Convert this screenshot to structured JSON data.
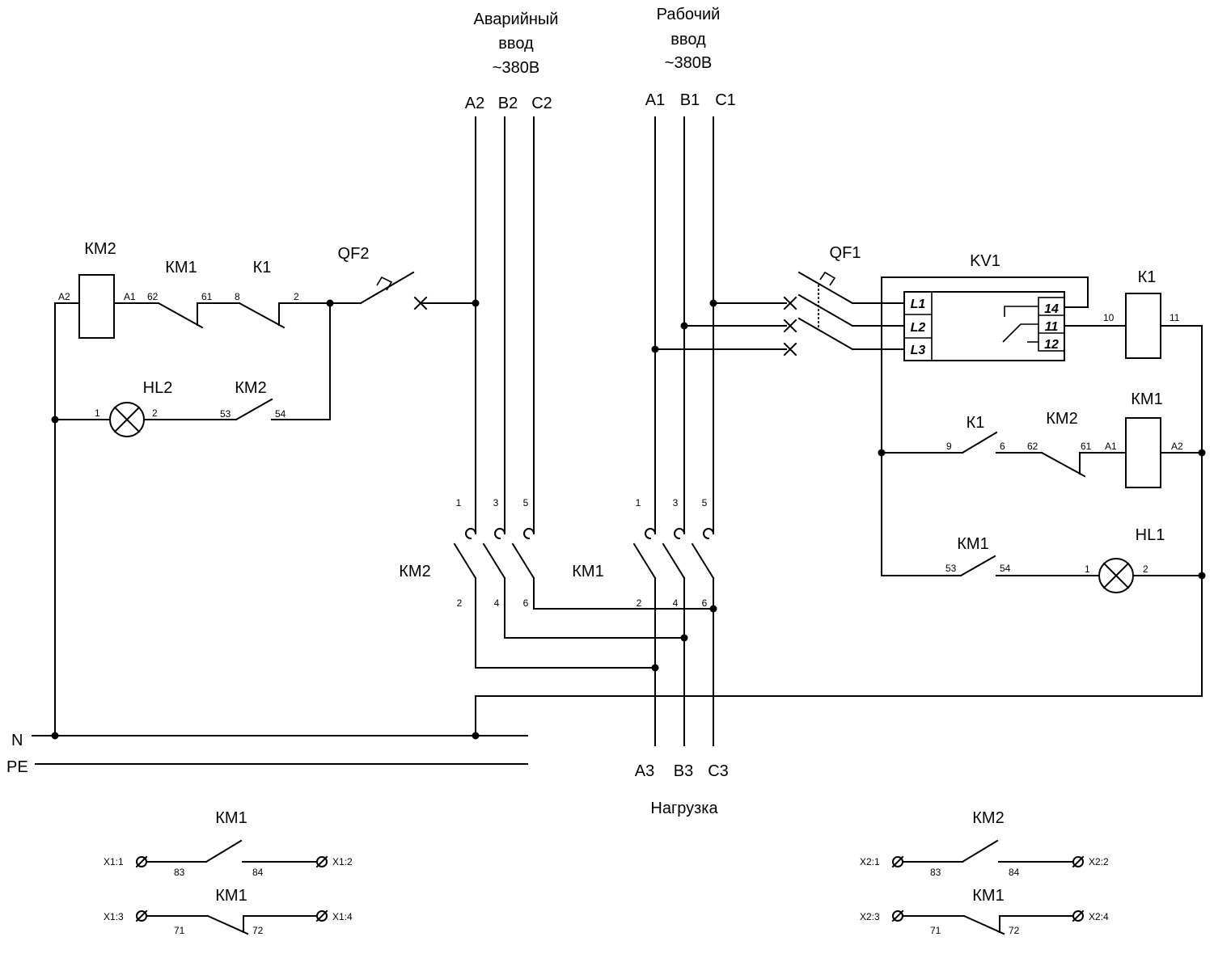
{
  "inputs": {
    "emergency": {
      "title_line1": "Аварийный",
      "title_line2": "ввод",
      "voltage": "~380В",
      "phases": [
        "A2",
        "B2",
        "C2"
      ]
    },
    "working": {
      "title_line1": "Рабочий",
      "title_line2": "ввод",
      "voltage": "~380В",
      "phases": [
        "A1",
        "B1",
        "C1"
      ]
    }
  },
  "load": {
    "title": "Нагрузка",
    "phases": [
      "A3",
      "B3",
      "C3"
    ]
  },
  "buses": {
    "neutral": "N",
    "protective_earth": "PE"
  },
  "left_circuit": {
    "km2_coil": {
      "label": "КМ2",
      "pin_a2": "A2",
      "pin_a1": "A1"
    },
    "km1_nc": {
      "label": "КМ1",
      "pin_in": "62",
      "pin_out": "61"
    },
    "k1_nc": {
      "label": "К1",
      "pin_in": "8",
      "pin_out": "2"
    },
    "qf2": {
      "label": "QF2"
    },
    "hl2": {
      "label": "HL2",
      "pin_in": "1",
      "pin_out": "2"
    },
    "km2_no": {
      "label": "КМ2",
      "pin_in": "53",
      "pin_out": "54"
    }
  },
  "contactors": {
    "km2_main": {
      "label": "КМ2",
      "top_pins": [
        "1",
        "3",
        "5"
      ],
      "bottom_pins": [
        "2",
        "4",
        "6"
      ]
    },
    "km1_main": {
      "label": "КМ1",
      "top_pins": [
        "1",
        "3",
        "5"
      ],
      "bottom_pins": [
        "2",
        "4",
        "6"
      ]
    }
  },
  "right_circuit": {
    "qf1": {
      "label": "QF1"
    },
    "kv1": {
      "label": "KV1",
      "inputs": [
        "L1",
        "L2",
        "L3"
      ],
      "outputs": [
        "14",
        "11",
        "12"
      ]
    },
    "k1_coil": {
      "label": "К1",
      "pin_in": "10",
      "pin_out": "11"
    },
    "k1_no": {
      "label": "К1",
      "pin_in": "9",
      "pin_out": "6"
    },
    "km2_nc": {
      "label": "КМ2",
      "pin_in": "62",
      "pin_out": "61"
    },
    "km1_coil": {
      "label": "КМ1",
      "pin_a1": "A1",
      "pin_a2": "A2"
    },
    "km1_no": {
      "label": "КМ1",
      "pin_in": "53",
      "pin_out": "54"
    },
    "hl1": {
      "label": "HL1",
      "pin_in": "1",
      "pin_out": "2"
    }
  },
  "aux_contacts": {
    "left": [
      {
        "label": "КМ1",
        "type": "NO",
        "term_left": "X1:1",
        "term_right": "X1:2",
        "pin_left": "83",
        "pin_right": "84"
      },
      {
        "label": "КМ1",
        "type": "NC",
        "term_left": "X1:3",
        "term_right": "X1:4",
        "pin_left": "71",
        "pin_right": "72"
      }
    ],
    "right": [
      {
        "label": "КМ2",
        "type": "NO",
        "term_left": "X2:1",
        "term_right": "X2:2",
        "pin_left": "83",
        "pin_right": "84"
      },
      {
        "label": "КМ1",
        "type": "NC",
        "term_left": "X2:3",
        "term_right": "X2:4",
        "pin_left": "71",
        "pin_right": "72"
      }
    ]
  }
}
